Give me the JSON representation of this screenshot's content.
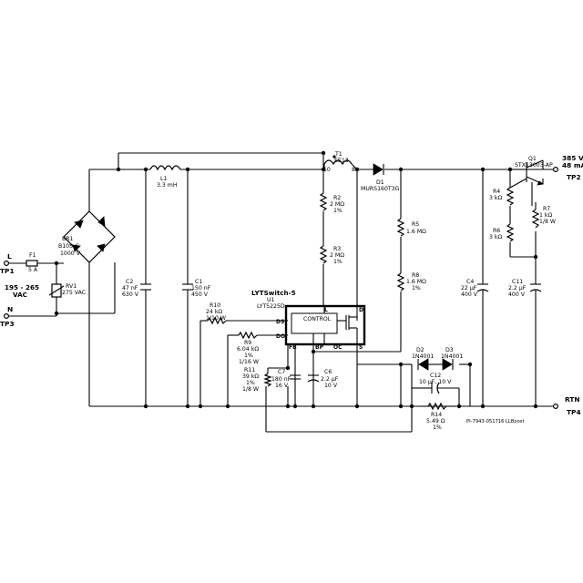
{
  "labels": {
    "bridge": {
      "ref": "BR1",
      "part": "B10S-G",
      "rating": "1000 V"
    },
    "fuse": {
      "ref": "F1",
      "value": "5 A"
    },
    "mov": {
      "ref": "RV1",
      "value": "275 VAC"
    },
    "input": {
      "voltage": "195 - 265",
      "unit": "VAC"
    },
    "terminals": {
      "L": "L",
      "N": "N",
      "tp1": "TP1",
      "tp3": "TP3",
      "tp2": "TP2",
      "tp4": "TP4",
      "rtn": "RTN"
    },
    "output": {
      "voltage": "385 V,",
      "current": "48 mA"
    },
    "inductor": {
      "ref": "L1",
      "value": "3.3 mH"
    },
    "c2": {
      "ref": "C2",
      "value": "47 nF",
      "rating": "630 V"
    },
    "c1": {
      "ref": "C1",
      "value": "150 nF",
      "rating": "450 V"
    },
    "t1": {
      "ref": "T1",
      "part": "EE13",
      "pin10": "10",
      "pin8": "8"
    },
    "d1": {
      "ref": "D1",
      "part": "MURS160T3G"
    },
    "r2": {
      "ref": "R2",
      "value": "2 MΩ",
      "tol": "1%"
    },
    "r3": {
      "ref": "R3",
      "value": "2 MΩ",
      "tol": "1%"
    },
    "r5": {
      "ref": "R5",
      "value": "1.6 MΩ"
    },
    "r8": {
      "ref": "R8",
      "value": "1.6 MΩ",
      "tol": "1%"
    },
    "c4": {
      "ref": "C4",
      "value": "22 µF",
      "rating": "400 V"
    },
    "c11": {
      "ref": "C11",
      "value": "2.2 µF",
      "rating": "400 V"
    },
    "q1": {
      "ref": "Q1",
      "part": "STX13003-AP"
    },
    "r4": {
      "ref": "R4",
      "value": "3 kΩ"
    },
    "r6": {
      "ref": "R6",
      "value": "3 kΩ"
    },
    "r7": {
      "ref": "R7",
      "value": "1 kΩ",
      "rating": "1/8 W"
    },
    "u1": {
      "family": "LYTSwitch-5",
      "ref": "U1",
      "part": "LYT5225D",
      "control": "CONTROL"
    },
    "pins": {
      "L": "L",
      "D": "D",
      "DS": "DS",
      "DO": "DO",
      "FB": "FB",
      "BP": "BP",
      "OC": "OC",
      "S": "S"
    },
    "r10": {
      "ref": "R10",
      "value": "24 kΩ",
      "rating": "1/10 W"
    },
    "r9": {
      "ref": "R9",
      "value": "6.04 kΩ",
      "tol": "1%",
      "rating": "1/16 W"
    },
    "r11": {
      "ref": "R11",
      "value": "39 kΩ",
      "tol": "1%",
      "rating": "1/8 W"
    },
    "c7": {
      "ref": "C7",
      "value": "180 nF",
      "rating": "16 V"
    },
    "c6": {
      "ref": "C6",
      "value": "2.2 µF",
      "rating": "10 V"
    },
    "d2": {
      "ref": "D2",
      "part": "1N4001"
    },
    "d3": {
      "ref": "D3",
      "part": "1N4001"
    },
    "c12": {
      "ref": "C12",
      "value": "10 µF, 10 V"
    },
    "r14": {
      "ref": "R14",
      "value": "5.49 Ω",
      "tol": "1%"
    },
    "docid": "PI-7943-051716  LLBoost"
  }
}
